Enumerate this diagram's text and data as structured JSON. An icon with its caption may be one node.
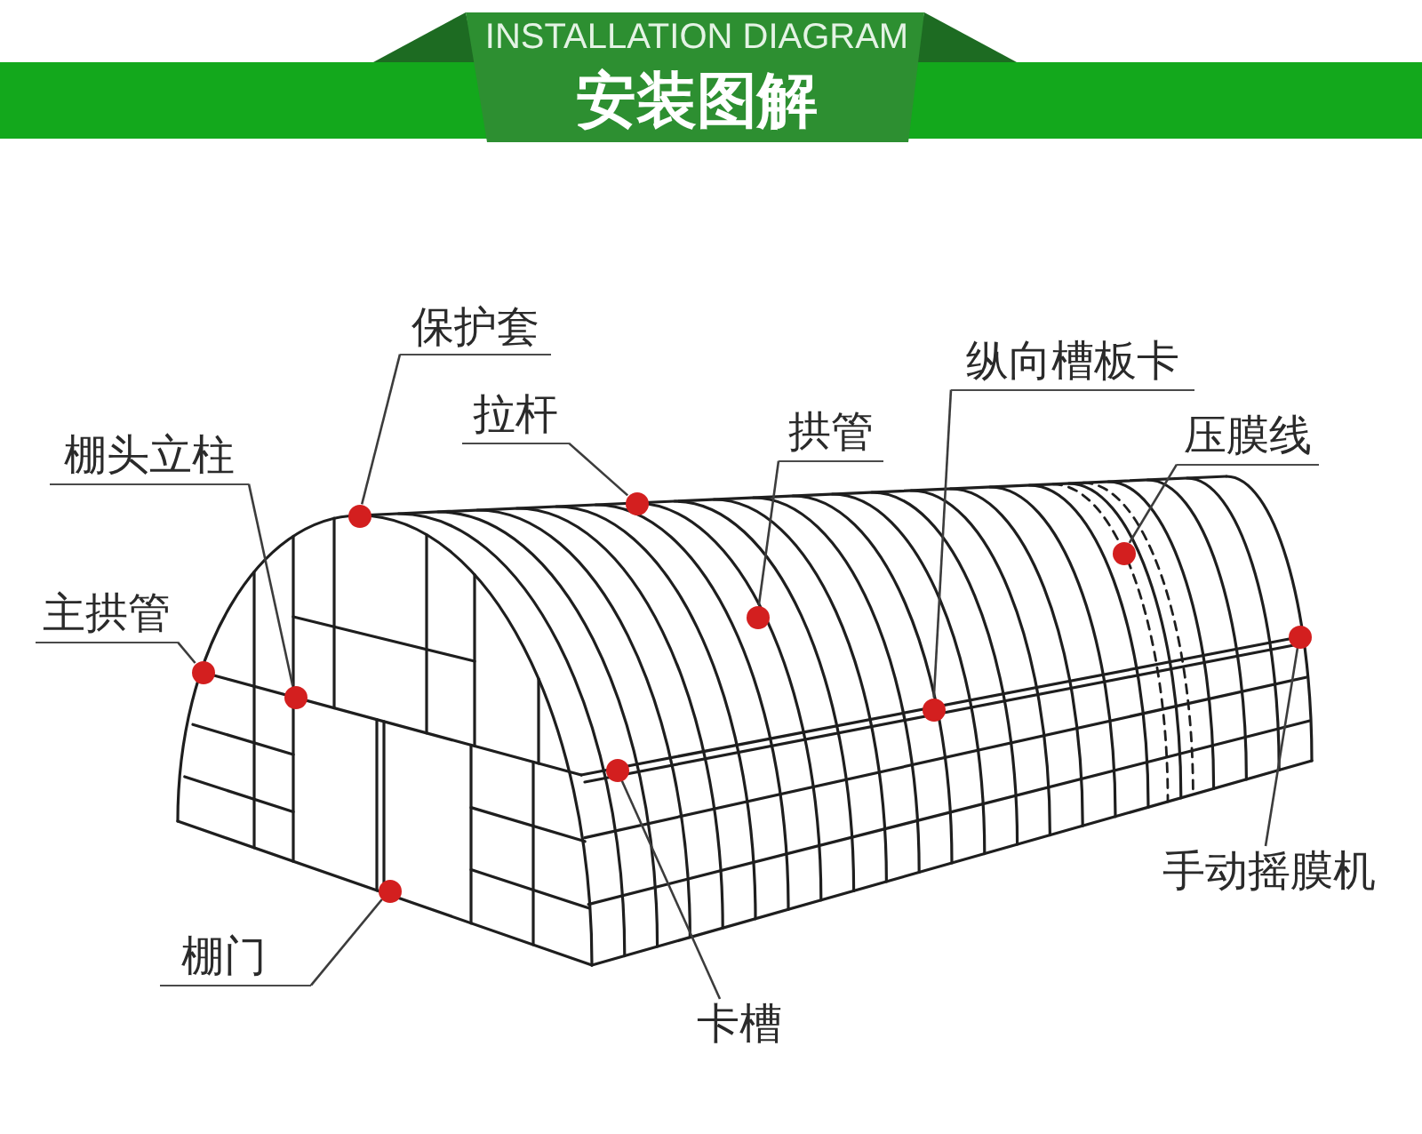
{
  "diagram": {
    "title": "安装图解",
    "nodes": [
      {
        "text": [
          "保护套"
        ]
      },
      {
        "text": [
          "纵向槽板卡"
        ]
      },
      {
        "text": [
          "拉杆"
        ]
      },
      {
        "text": [
          "拱管"
        ]
      },
      {
        "text": [
          "压膜线"
        ]
      },
      {
        "text": [
          "棚头立柱"
        ]
      },
      {
        "text": [
          "主拱管"
        ]
      },
      {
        "text": [
          "手动摇膜机"
        ]
      },
      {
        "text": [
          "棚门"
        ]
      },
      {
        "text": [
          "卡槽"
        ]
      },
      {
        "text": [],
        "shape": "circle"
      },
      {
        "text": [],
        "shape": "circle"
      },
      {
        "text": [],
        "shape": "circle"
      },
      {
        "text": [],
        "shape": "circle"
      },
      {
        "text": [],
        "shape": "circle"
      },
      {
        "text": [],
        "shape": "circle"
      },
      {
        "text": [],
        "shape": "circle"
      },
      {
        "text": [],
        "shape": "circle"
      },
      {
        "text": [],
        "shape": "circle"
      },
      {
        "text": [],
        "shape": "circle"
      }
    ],
    "edges": [
      {
        "from": 0,
        "to": 10,
        "arrow": "none"
      },
      {
        "from": 1,
        "to": 11,
        "arrow": "none"
      },
      {
        "from": 2,
        "to": 12,
        "arrow": "none"
      },
      {
        "from": 3,
        "to": 13,
        "arrow": "none"
      },
      {
        "from": 4,
        "to": 14,
        "arrow": "none"
      },
      {
        "from": 5,
        "to": 15,
        "arrow": "none"
      },
      {
        "from": 6,
        "to": 16,
        "arrow": "none"
      },
      {
        "from": 7,
        "to": 17,
        "arrow": "none"
      },
      {
        "from": 8,
        "to": 18,
        "arrow": "none"
      },
      {
        "from": 9,
        "to": 19,
        "arrow": "none"
      }
    ],
    "labels": [
      "INSTALLATION DIAGRAM"
    ]
  }
}
